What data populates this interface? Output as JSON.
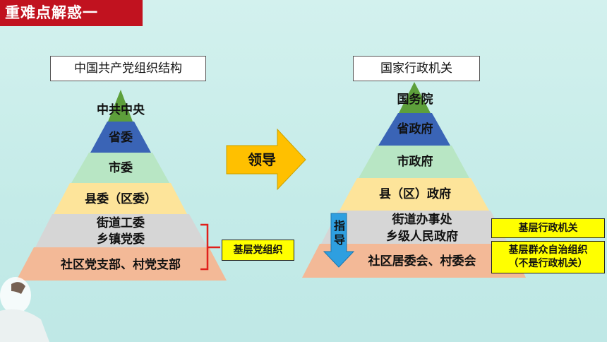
{
  "header": {
    "title": "重难点解惑一"
  },
  "left_pyramid": {
    "title": "中国共产党组织结构",
    "levels": [
      {
        "label": "中共中央",
        "color": "#5d9f3b"
      },
      {
        "label": "省委",
        "color": "#3a64b6"
      },
      {
        "label": "市委",
        "color": "#b8e6c4"
      },
      {
        "label": "县委（区委）",
        "color": "#fde49a"
      },
      {
        "label_line1": "街道工委",
        "label_line2": "乡镇党委",
        "color": "#d6d6d6"
      },
      {
        "label": "社区党支部、村党支部",
        "color": "#f3b997"
      }
    ],
    "bracket_label": "基层党组织",
    "bracket_color": "#e0201b"
  },
  "middle_arrow": {
    "label": "领导",
    "color": "#ffc000"
  },
  "right_pyramid": {
    "title": "国家行政机关",
    "levels": [
      {
        "label": "国务院",
        "color": "#5d9f3b"
      },
      {
        "label": "省政府",
        "color": "#3a64b6"
      },
      {
        "label": "市政府",
        "color": "#b8e6c4"
      },
      {
        "label": "县（区）政府",
        "color": "#fde49a"
      },
      {
        "label_line1": "街道办事处",
        "label_line2": "乡级人民政府",
        "color": "#d6d6d6"
      },
      {
        "label": "社区居委会、村委会",
        "color": "#f3b997"
      }
    ],
    "guide_arrow": {
      "label_line1": "指",
      "label_line2": "导",
      "color": "#2e9fe0"
    },
    "side_labels": {
      "base_admin": "基层行政机关",
      "self_gov_line1": "基层群众自治组织",
      "self_gov_line2": "（不是行政机关）"
    }
  }
}
